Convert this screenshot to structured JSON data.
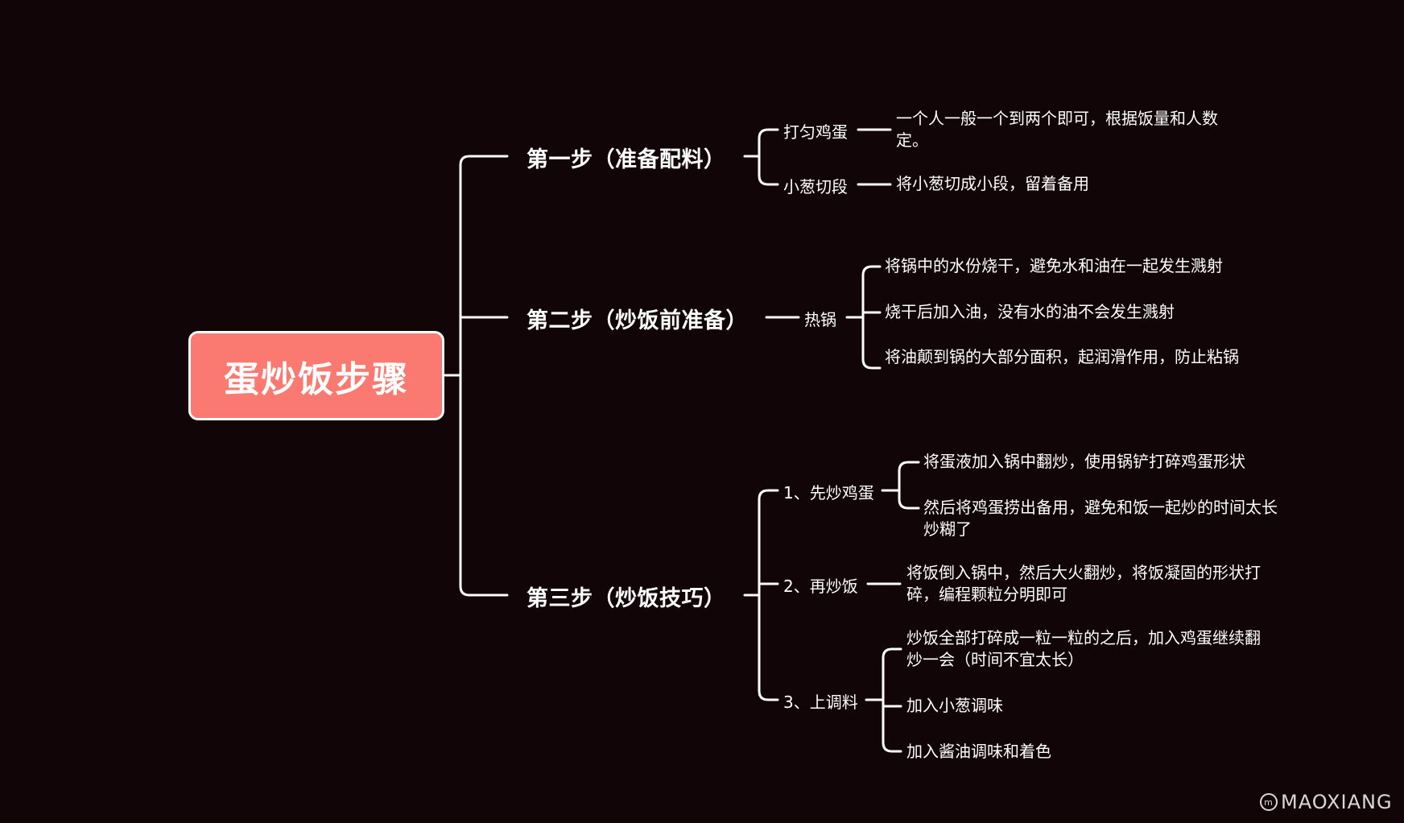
{
  "root": "蛋炒饭步骤",
  "steps": [
    {
      "label": "第一步（准备配料）",
      "items": [
        {
          "label": "打匀鸡蛋",
          "details": [
            "一个人一般一个到两个即可，根据饭量和人数定。"
          ]
        },
        {
          "label": "小葱切段",
          "details": [
            "将小葱切成小段，留着备用"
          ]
        }
      ]
    },
    {
      "label": "第二步（炒饭前准备）",
      "items": [
        {
          "label": "热锅",
          "details": [
            "将锅中的水份烧干，避免水和油在一起发生溅射",
            "烧干后加入油，没有水的油不会发生溅射",
            "将油颠到锅的大部分面积，起润滑作用，防止粘锅"
          ]
        }
      ]
    },
    {
      "label": "第三步（炒饭技巧）",
      "items": [
        {
          "label": "1、先炒鸡蛋",
          "details": [
            "将蛋液加入锅中翻炒，使用锅铲打碎鸡蛋形状",
            "然后将鸡蛋捞出备用，避免和饭一起炒的时间太长炒糊了"
          ]
        },
        {
          "label": "2、再炒饭",
          "details": [
            "将饭倒入锅中，然后大火翻炒，将饭凝固的形状打碎，编程颗粒分明即可"
          ]
        },
        {
          "label": "3、上调料",
          "details": [
            "炒饭全部打碎成一粒一粒的之后，加入鸡蛋继续翻炒一会（时间不宜太长）",
            "加入小葱调味",
            "加入酱油调味和着色"
          ]
        }
      ]
    }
  ],
  "watermark": "MAOXIANG",
  "colors": {
    "background": "#120508",
    "root_fill": "#fa7a72",
    "line": "#ffffff"
  }
}
